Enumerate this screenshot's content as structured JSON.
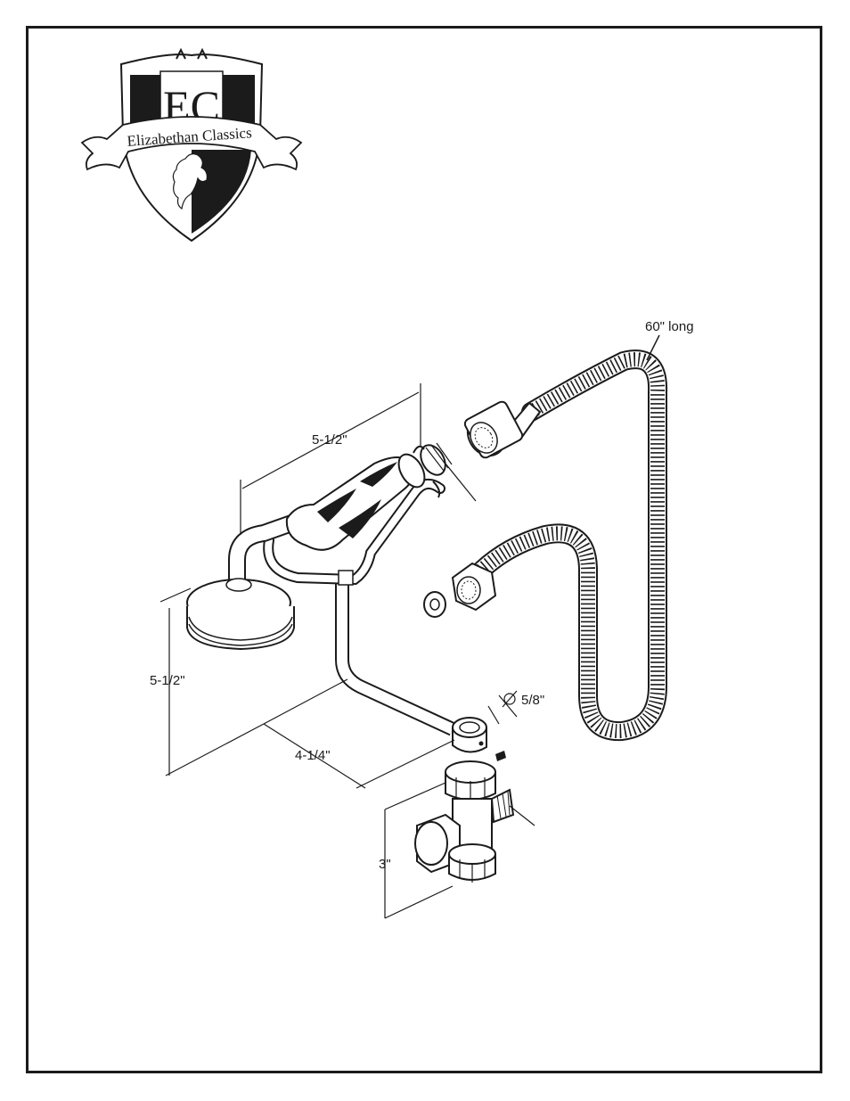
{
  "logo": {
    "initials": "EC",
    "brand_name": "Elizabethan Classics"
  },
  "dimensions": {
    "hose_length": "60\" long",
    "handle_width": "5-1/2\"",
    "cradle_height": "5-1/2\"",
    "cradle_depth": "4-1/4\"",
    "pipe_diameter": "5/8\"",
    "valve_height": "3\""
  },
  "colors": {
    "ink": "#1b1b1b",
    "paper": "#ffffff"
  }
}
